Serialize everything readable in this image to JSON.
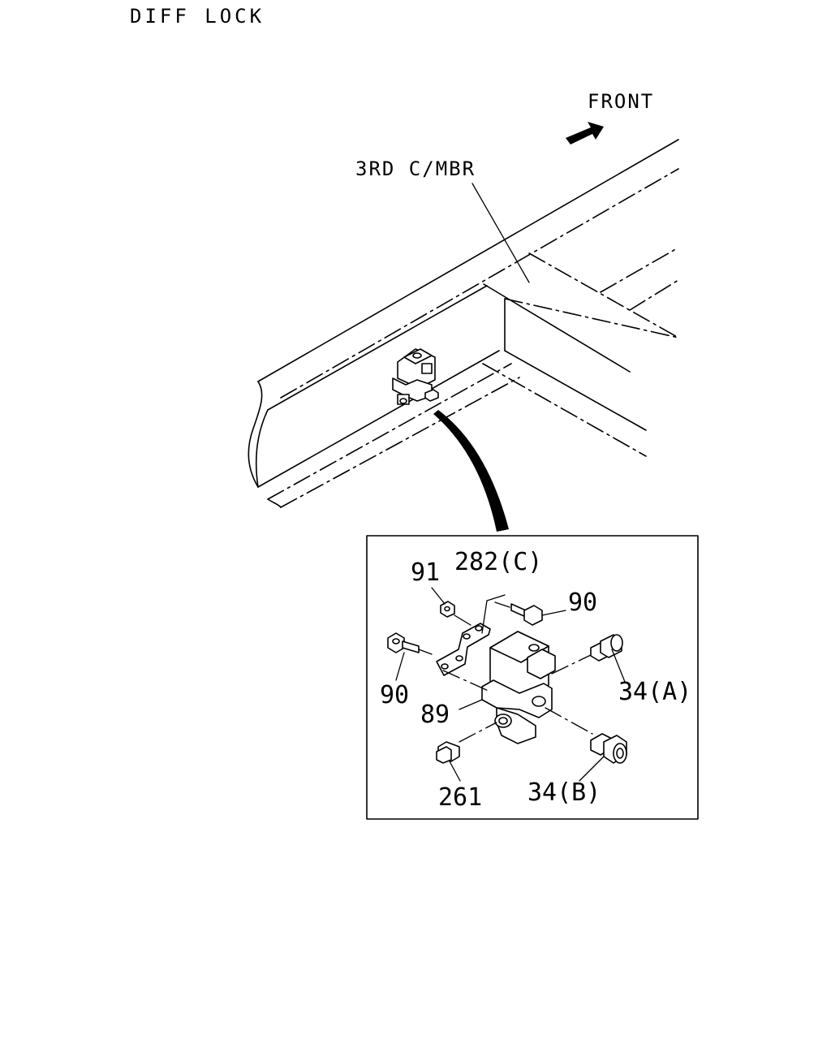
{
  "title": "DIFF LOCK",
  "direction_label": "FRONT",
  "member_label": "3RD C/MBR",
  "callouts": {
    "c91": "91",
    "c282c": "282(C)",
    "c90_top": "90",
    "c90_left": "90",
    "c34a": "34(A)",
    "c89": "89",
    "c261": "261",
    "c34b": "34(B)"
  }
}
